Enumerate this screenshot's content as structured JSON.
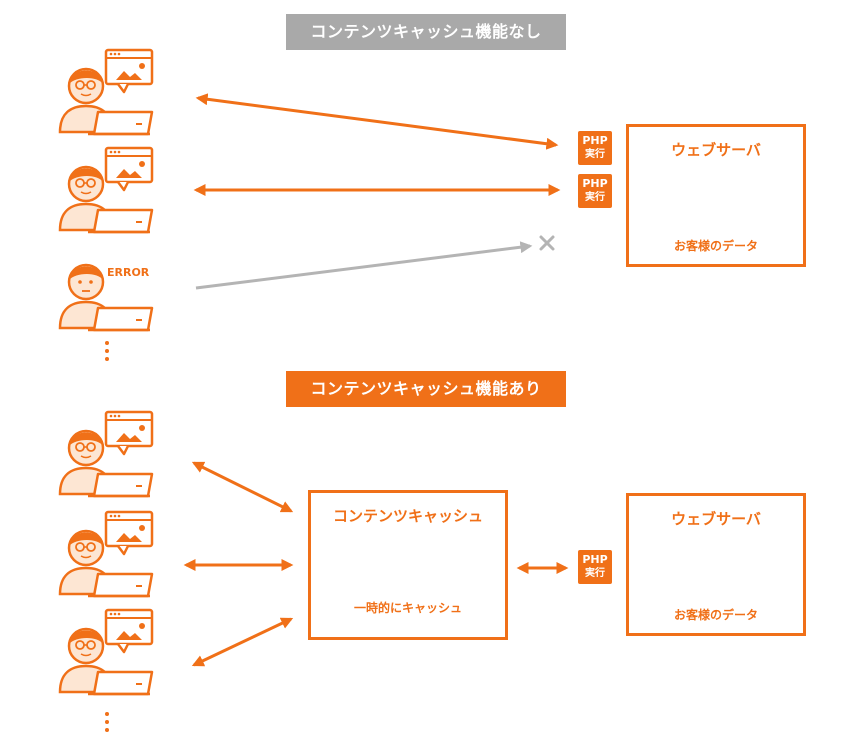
{
  "banners": {
    "without": "コンテンツキャッシュ機能なし",
    "with": "コンテンツキャッシュ機能あり"
  },
  "web_server": {
    "title": "ウェブサーバ",
    "caption": "お客様のデータ"
  },
  "content_cache": {
    "title": "コンテンツキャッシュ",
    "caption": "一時的にキャッシュ"
  },
  "php_badge": {
    "line1": "PHP",
    "line2": "実行"
  },
  "error_label": "ERROR",
  "icons": {
    "user": "user-at-laptop-icon",
    "browser": "browser-window-icon",
    "pages": "web-pages-icon",
    "cross": "cross-icon",
    "more": "vertical-ellipsis-icon"
  },
  "colors": {
    "accent": "#f07018",
    "gray": "#a9a9a9",
    "skin": "#fde6d3"
  }
}
